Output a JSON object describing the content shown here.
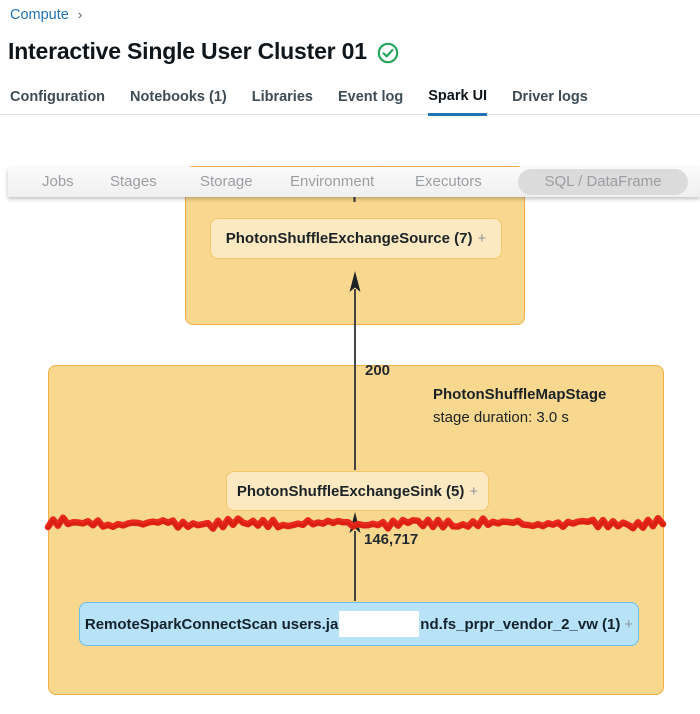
{
  "breadcrumb": {
    "compute": "Compute",
    "chevron": "›"
  },
  "header": {
    "title": "Interactive Single User Cluster 01",
    "status": "running"
  },
  "tabs": {
    "items": [
      {
        "label": "Configuration",
        "active": false
      },
      {
        "label": "Notebooks (1)",
        "active": false
      },
      {
        "label": "Libraries",
        "active": false
      },
      {
        "label": "Event log",
        "active": false
      },
      {
        "label": "Spark UI",
        "active": true
      },
      {
        "label": "Driver logs",
        "active": false
      }
    ]
  },
  "spark_nav": {
    "items": [
      {
        "label": "Jobs"
      },
      {
        "label": "Stages"
      },
      {
        "label": "Storage"
      },
      {
        "label": "Environment"
      },
      {
        "label": "Executors"
      }
    ],
    "selected": {
      "label": "SQL / DataFrame"
    }
  },
  "dag": {
    "upstream_stage": {
      "source_node": {
        "label": "PhotonShuffleExchangeSource (7)",
        "expand": "+"
      }
    },
    "edge_top": {
      "label": "200"
    },
    "edge_bottom": {
      "label": "146,717"
    },
    "map_stage": {
      "title": "PhotonShuffleMapStage",
      "duration": "stage duration: 3.0 s",
      "sink_node": {
        "label": "PhotonShuffleExchangeSink (5)",
        "expand": "+"
      },
      "scan_node": {
        "text_before_redaction": "RemoteSparkConnectScan users.ja",
        "text_after_redaction": "nd.fs_prpr_vendor_2_vw (1)",
        "expand": "+"
      }
    }
  },
  "colors": {
    "accent_blue": "#2272b4",
    "stage_fill": "#f8d78f",
    "stage_border": "#f1ae45",
    "node_fill": "#fce9c2",
    "node_border": "#f3c76d",
    "scan_fill": "#b7e2f8",
    "scan_border": "#68c0ea",
    "redaction_red": "#e8291c",
    "status_green": "#23a55a"
  }
}
